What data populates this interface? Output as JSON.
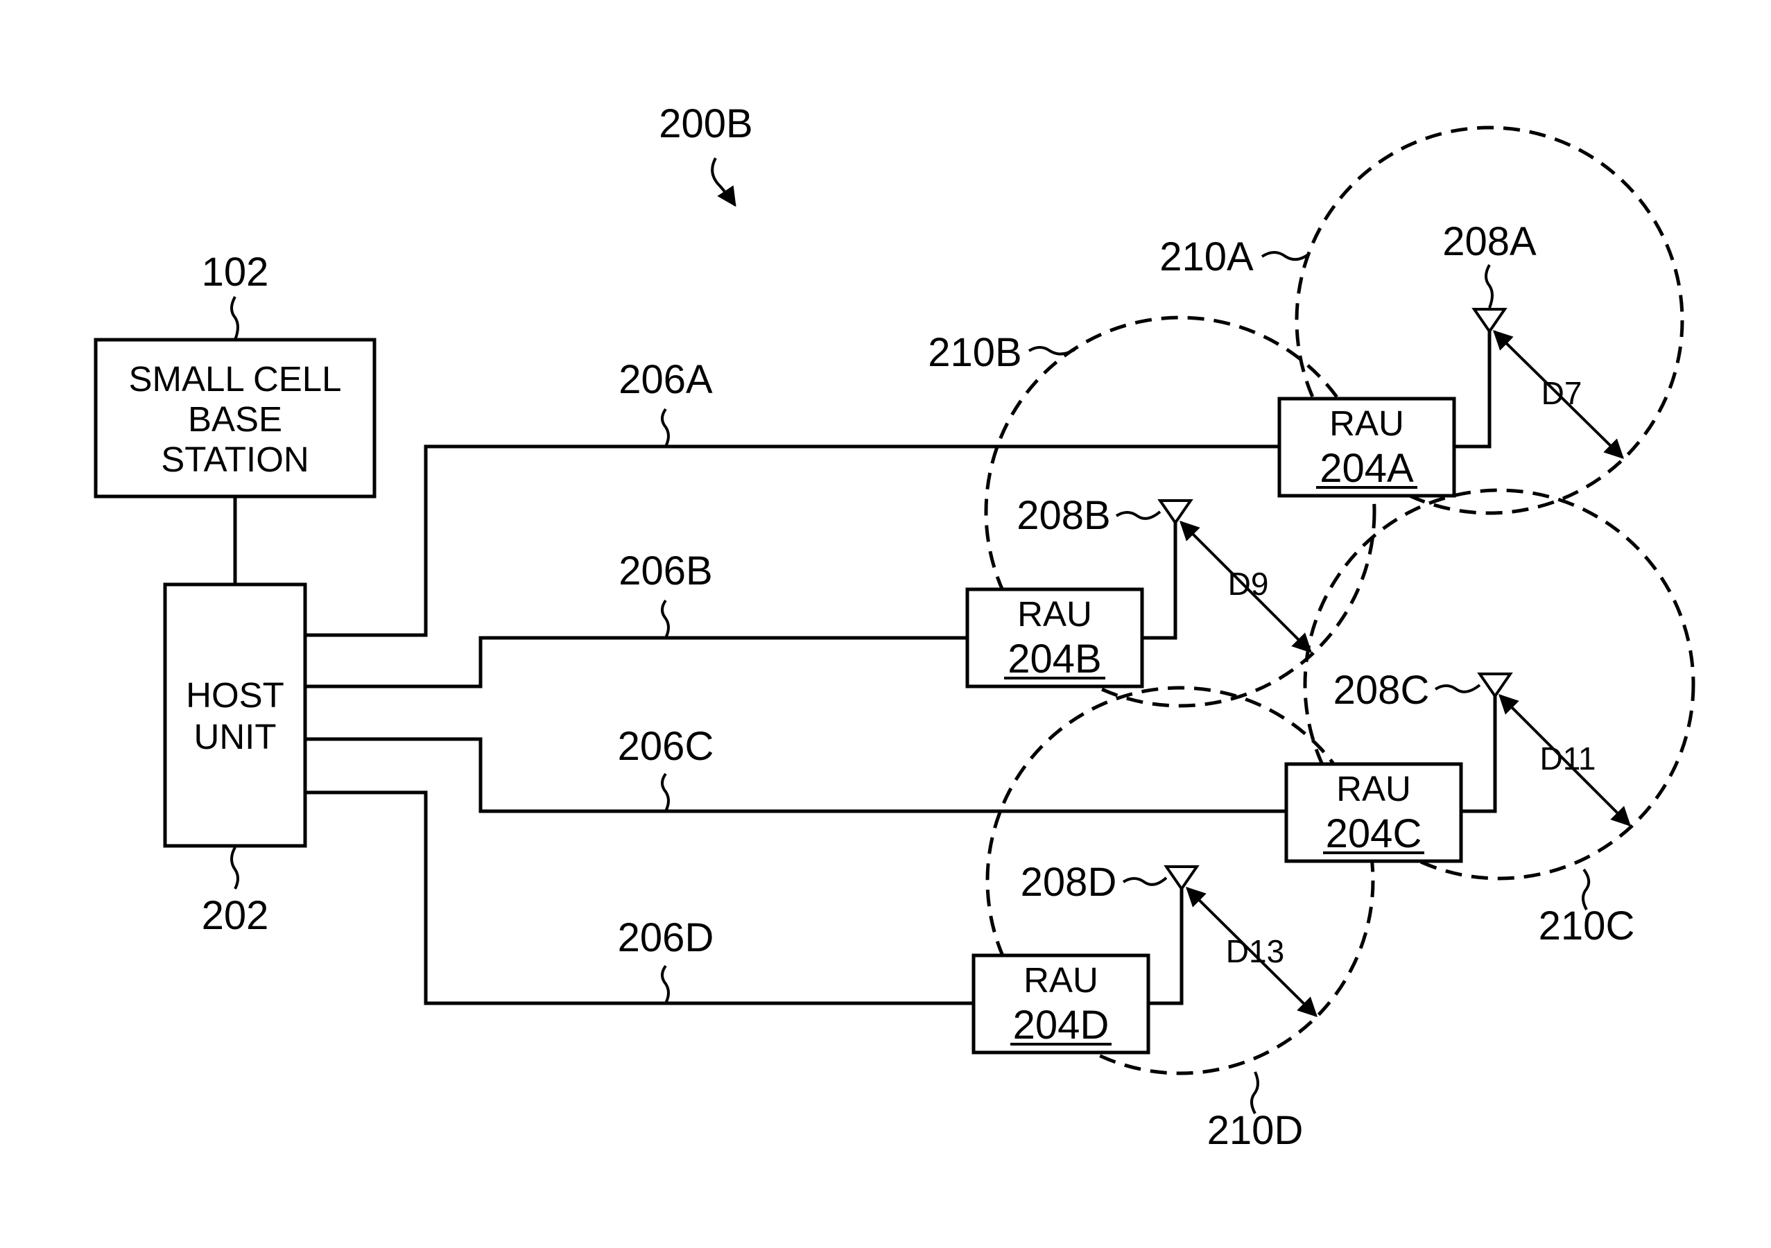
{
  "figure_label": "200B",
  "base_station": {
    "ref": "102",
    "lines": [
      "SMALL CELL",
      "BASE",
      "STATION"
    ]
  },
  "host_unit": {
    "ref": "202",
    "lines": [
      "HOST",
      "UNIT"
    ]
  },
  "links": {
    "a": "206A",
    "b": "206B",
    "c": "206C",
    "d": "206D"
  },
  "raus": {
    "a": {
      "title": "RAU",
      "ref": "204A"
    },
    "b": {
      "title": "RAU",
      "ref": "204B"
    },
    "c": {
      "title": "RAU",
      "ref": "204C"
    },
    "d": {
      "title": "RAU",
      "ref": "204D"
    }
  },
  "antennas": {
    "a": "208A",
    "b": "208B",
    "c": "208C",
    "d": "208D"
  },
  "coverage_areas": {
    "a": "210A",
    "b": "210B",
    "c": "210C",
    "d": "210D"
  },
  "distances": {
    "a": "D7",
    "b": "D9",
    "c": "D11",
    "d": "D13"
  }
}
